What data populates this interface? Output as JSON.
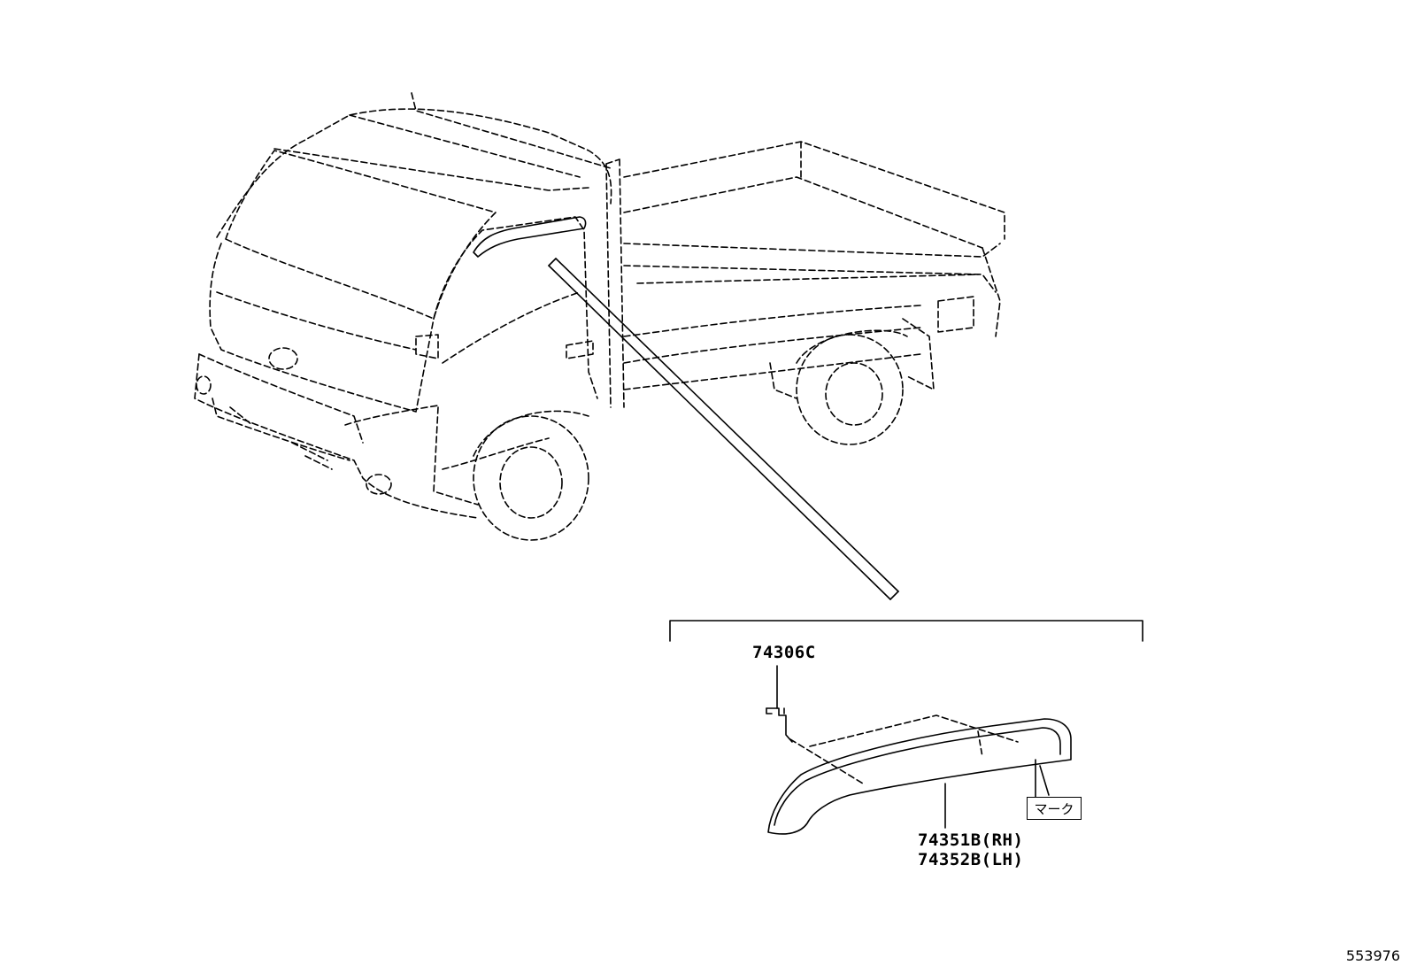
{
  "parts": {
    "clip": "74306C",
    "visor_rh": "74351B(RH)",
    "visor_lh": "74352B(LH)",
    "mark": "マーク"
  },
  "ref_number": "553976",
  "icons": {
    "truck": "truck-illustration-icon",
    "visor": "door-visor-icon",
    "clip": "visor-clip-icon"
  }
}
